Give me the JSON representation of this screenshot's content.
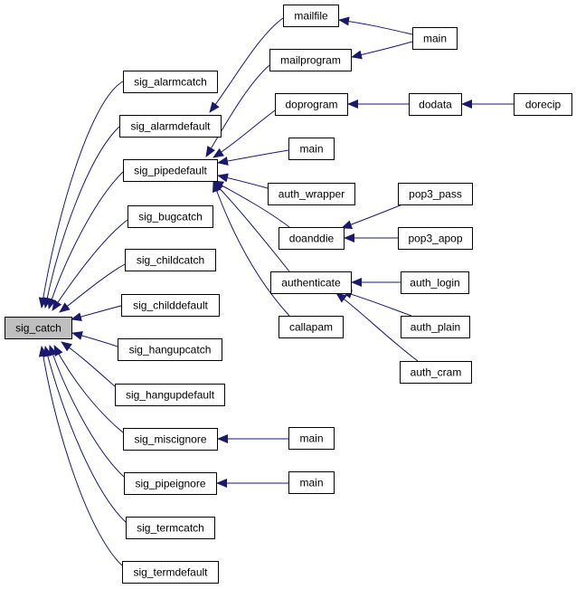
{
  "colors": {
    "edge": "#191970",
    "node_border": "#000000",
    "node_fill": "#ffffff",
    "root_fill": "#bfbfbf"
  },
  "nodes": [
    {
      "id": "sig_catch",
      "label": "sig_catch",
      "root": true
    },
    {
      "id": "sig_alarmcatch",
      "label": "sig_alarmcatch"
    },
    {
      "id": "sig_alarmdefault",
      "label": "sig_alarmdefault"
    },
    {
      "id": "sig_pipedefault",
      "label": "sig_pipedefault"
    },
    {
      "id": "sig_bugcatch",
      "label": "sig_bugcatch"
    },
    {
      "id": "sig_childcatch",
      "label": "sig_childcatch"
    },
    {
      "id": "sig_childdefault",
      "label": "sig_childdefault"
    },
    {
      "id": "sig_hangupcatch",
      "label": "sig_hangupcatch"
    },
    {
      "id": "sig_hangupdefault",
      "label": "sig_hangupdefault"
    },
    {
      "id": "sig_miscignore",
      "label": "sig_miscignore"
    },
    {
      "id": "sig_pipeignore",
      "label": "sig_pipeignore"
    },
    {
      "id": "sig_termcatch",
      "label": "sig_termcatch"
    },
    {
      "id": "sig_termdefault",
      "label": "sig_termdefault"
    },
    {
      "id": "mailfile",
      "label": "mailfile"
    },
    {
      "id": "mailprogram",
      "label": "mailprogram"
    },
    {
      "id": "doprogram",
      "label": "doprogram"
    },
    {
      "id": "main_a",
      "label": "main"
    },
    {
      "id": "auth_wrapper",
      "label": "auth_wrapper"
    },
    {
      "id": "doanddie",
      "label": "doanddie"
    },
    {
      "id": "authenticate",
      "label": "authenticate"
    },
    {
      "id": "callapam",
      "label": "callapam"
    },
    {
      "id": "main_b",
      "label": "main"
    },
    {
      "id": "main_c",
      "label": "main"
    },
    {
      "id": "main_top",
      "label": "main"
    },
    {
      "id": "dodata",
      "label": "dodata"
    },
    {
      "id": "dorecip",
      "label": "dorecip"
    },
    {
      "id": "pop3_pass",
      "label": "pop3_pass"
    },
    {
      "id": "pop3_apop",
      "label": "pop3_apop"
    },
    {
      "id": "auth_login",
      "label": "auth_login"
    },
    {
      "id": "auth_plain",
      "label": "auth_plain"
    },
    {
      "id": "auth_cram",
      "label": "auth_cram"
    }
  ],
  "edges": [
    {
      "from": "sig_alarmcatch",
      "to": "sig_catch"
    },
    {
      "from": "sig_alarmdefault",
      "to": "sig_catch"
    },
    {
      "from": "sig_pipedefault",
      "to": "sig_catch"
    },
    {
      "from": "sig_bugcatch",
      "to": "sig_catch"
    },
    {
      "from": "sig_childcatch",
      "to": "sig_catch"
    },
    {
      "from": "sig_childdefault",
      "to": "sig_catch"
    },
    {
      "from": "sig_hangupcatch",
      "to": "sig_catch"
    },
    {
      "from": "sig_hangupdefault",
      "to": "sig_catch"
    },
    {
      "from": "sig_miscignore",
      "to": "sig_catch"
    },
    {
      "from": "sig_pipeignore",
      "to": "sig_catch"
    },
    {
      "from": "sig_termcatch",
      "to": "sig_catch"
    },
    {
      "from": "sig_termdefault",
      "to": "sig_catch"
    },
    {
      "from": "mailfile",
      "to": "sig_alarmdefault"
    },
    {
      "from": "mailprogram",
      "to": "sig_pipedefault"
    },
    {
      "from": "doprogram",
      "to": "sig_pipedefault"
    },
    {
      "from": "main_a",
      "to": "sig_pipedefault"
    },
    {
      "from": "auth_wrapper",
      "to": "sig_pipedefault"
    },
    {
      "from": "doanddie",
      "to": "sig_pipedefault"
    },
    {
      "from": "authenticate",
      "to": "sig_pipedefault"
    },
    {
      "from": "callapam",
      "to": "sig_pipedefault"
    },
    {
      "from": "main_b",
      "to": "sig_miscignore"
    },
    {
      "from": "main_c",
      "to": "sig_pipeignore"
    },
    {
      "from": "main_top",
      "to": "mailfile"
    },
    {
      "from": "main_top",
      "to": "mailprogram"
    },
    {
      "from": "dodata",
      "to": "doprogram"
    },
    {
      "from": "dorecip",
      "to": "dodata"
    },
    {
      "from": "pop3_pass",
      "to": "doanddie"
    },
    {
      "from": "pop3_apop",
      "to": "doanddie"
    },
    {
      "from": "auth_login",
      "to": "authenticate"
    },
    {
      "from": "auth_plain",
      "to": "authenticate"
    },
    {
      "from": "auth_cram",
      "to": "authenticate"
    }
  ]
}
